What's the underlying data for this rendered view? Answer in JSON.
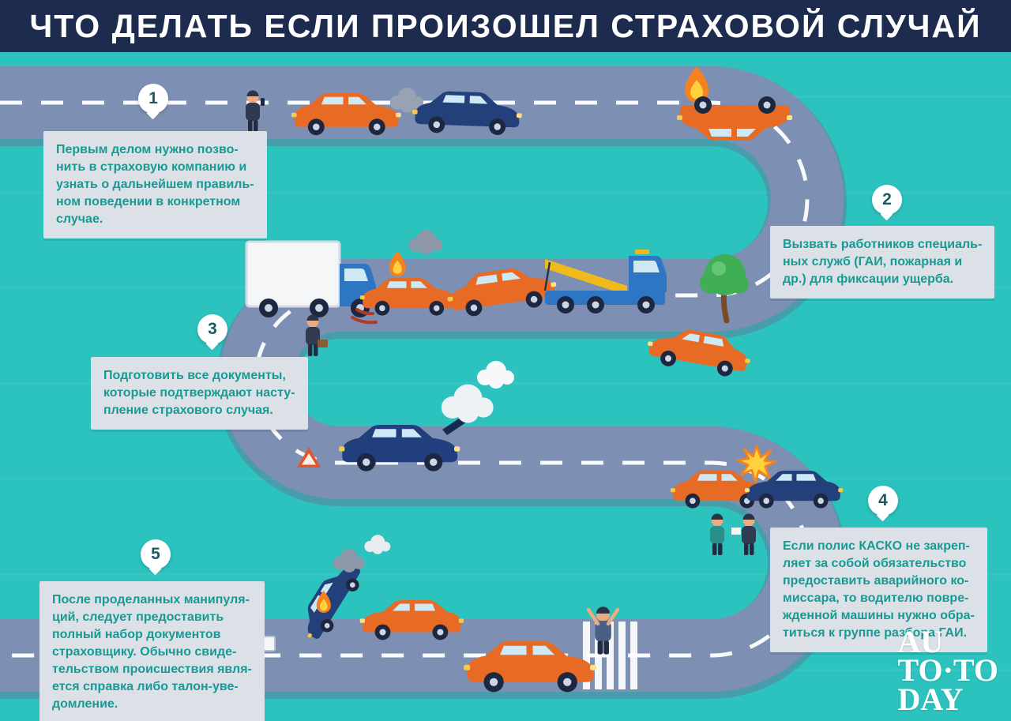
{
  "header": {
    "title": "ЧТО ДЕЛАТЬ ЕСЛИ ПРОИЗОШЕЛ СТРАХОВОЙ СЛУЧАЙ"
  },
  "steps": [
    {
      "number": "1",
      "text": "Первым делом нужно позво-\nнить в страховую компанию и\nузнать о дальнейшем правиль-\nном поведении в конкретном\nслучае."
    },
    {
      "number": "2",
      "text": "Вызвать работников специаль-\nных служб (ГАИ, пожарная и\nдр.) для фиксации ущерба."
    },
    {
      "number": "3",
      "text": "Подготовить все документы,\nкоторые подтверждают насту-\nпление страхового случая."
    },
    {
      "number": "4",
      "text": "Если полис КАСКО не закреп-\nляет за собой обязательство\nпредоставить аварийного ко-\nмиссара, то водителю повре-\nжденной машины нужно обра-\nтиться к группе разбора ГАИ."
    },
    {
      "number": "5",
      "text": "После проделанных манипуля-\nций, следует предоставить\nполный набор документов\nстраховщику. Обычно свиде-\nтельством происшествия явля-\nется справка либо талон-уве-\nдомление."
    }
  ],
  "watermark": {
    "line1": "AU",
    "line2": "TO·TO",
    "line3": "DAY"
  },
  "colors": {
    "background": "#2cc2be",
    "header_bar": "#1d2c4e",
    "road": "#7d8fb2",
    "note_background": "#dce1e7",
    "note_text": "#189a94",
    "car_orange": "#e86b25",
    "car_blue": "#23407a",
    "crane_yellow": "#f2b91d",
    "flame_orange": "#f58220",
    "tree_green": "#3fae54"
  },
  "scene": {
    "illustrations": [
      "businessman-on-phone-icon",
      "rear-end-collision-icon",
      "overturned-burning-car-icon",
      "box-truck-crash-icon",
      "walking-man-icon",
      "tow-truck-icon",
      "towed-car-icon",
      "tree-icon",
      "curve-car-icon",
      "broken-down-car-icon",
      "warning-triangle-icon",
      "head-on-collision-icon",
      "drivers-exchange-icon",
      "flipped-car-crash-icon",
      "inspector-icon",
      "approaching-car-icon",
      "pedestrian-icon",
      "crosswalk-icon"
    ]
  }
}
